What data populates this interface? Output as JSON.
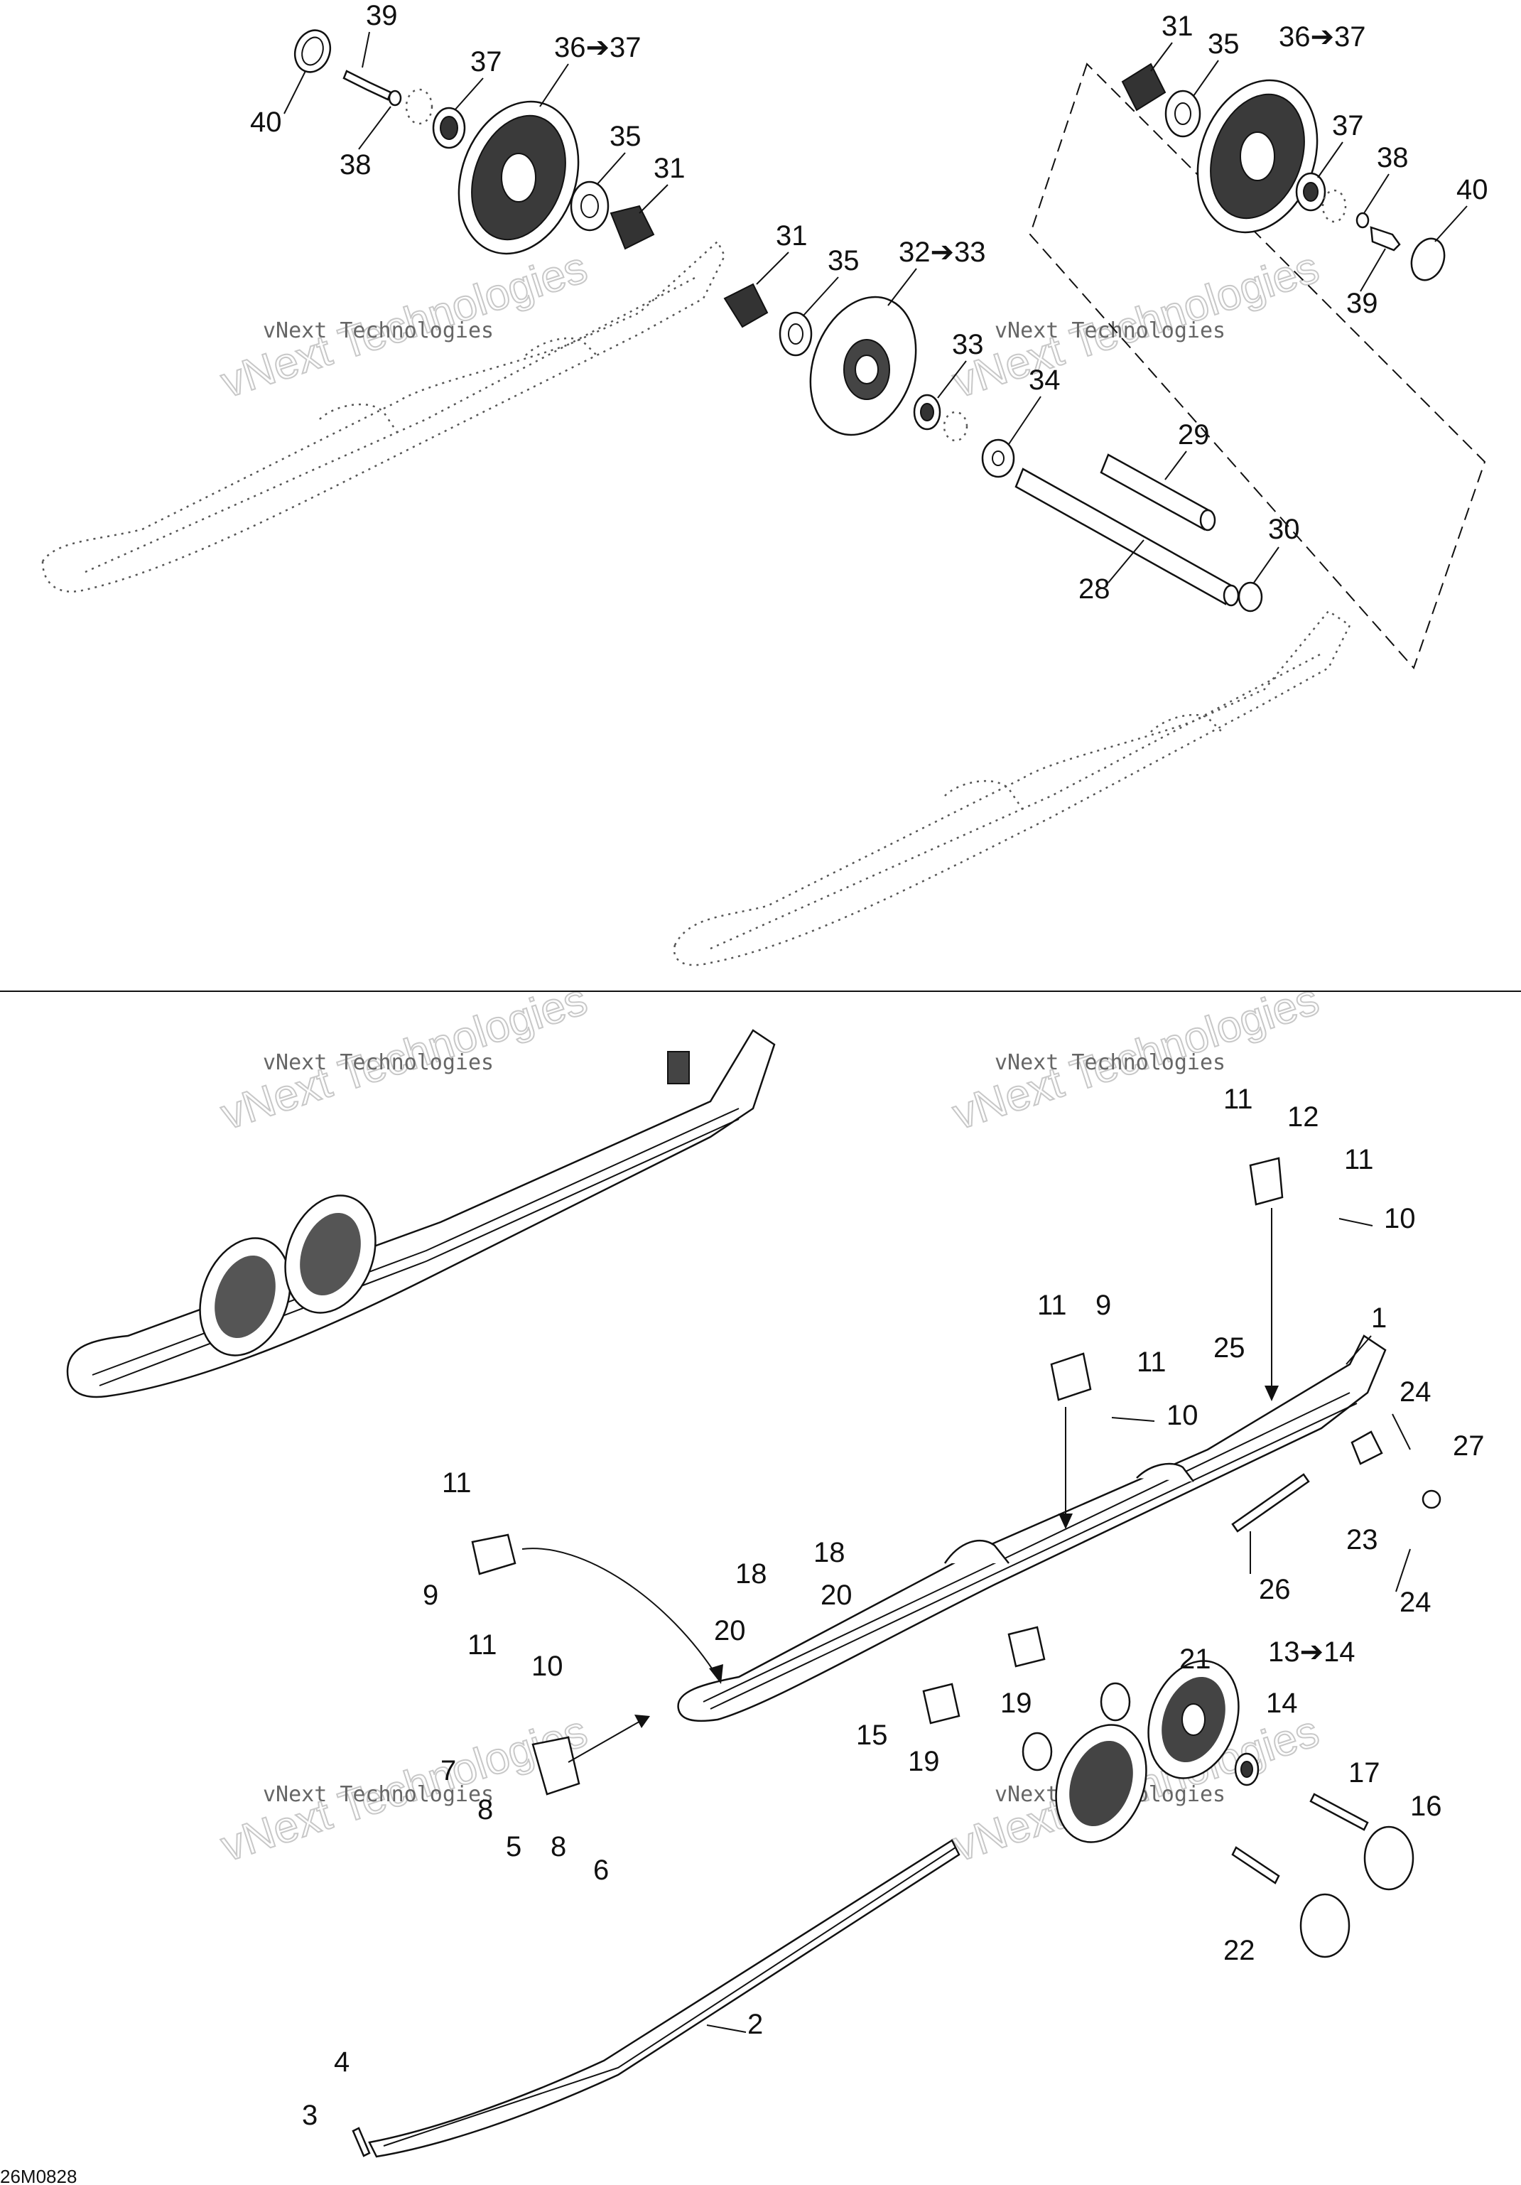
{
  "watermark": {
    "line1": "vNext Technologies",
    "line2": "vNext Technologies"
  },
  "reference_code": "26M0828",
  "callouts": [
    {
      "id": "c40a",
      "text": "40"
    },
    {
      "id": "c39a",
      "text": "39"
    },
    {
      "id": "c38a",
      "text": "38"
    },
    {
      "id": "c37a",
      "text": "37"
    },
    {
      "id": "c36a",
      "text": "36➔37"
    },
    {
      "id": "c35a",
      "text": "35"
    },
    {
      "id": "c31a",
      "text": "31"
    },
    {
      "id": "c31b",
      "text": "31"
    },
    {
      "id": "c35b",
      "text": "35"
    },
    {
      "id": "c32",
      "text": "32➔33"
    },
    {
      "id": "c33",
      "text": "33"
    },
    {
      "id": "c34",
      "text": "34"
    },
    {
      "id": "c29",
      "text": "29"
    },
    {
      "id": "c30",
      "text": "30"
    },
    {
      "id": "c28",
      "text": "28"
    },
    {
      "id": "c31c",
      "text": "31"
    },
    {
      "id": "c35c",
      "text": "35"
    },
    {
      "id": "c36b",
      "text": "36➔37"
    },
    {
      "id": "c37b",
      "text": "37"
    },
    {
      "id": "c38b",
      "text": "38"
    },
    {
      "id": "c40b",
      "text": "40"
    },
    {
      "id": "c39b",
      "text": "39"
    },
    {
      "id": "c11a",
      "text": "11"
    },
    {
      "id": "c12",
      "text": "12"
    },
    {
      "id": "c11b",
      "text": "11"
    },
    {
      "id": "c10a",
      "text": "10"
    },
    {
      "id": "c11c",
      "text": "11"
    },
    {
      "id": "c9a",
      "text": "9"
    },
    {
      "id": "c11d",
      "text": "11"
    },
    {
      "id": "c10b",
      "text": "10"
    },
    {
      "id": "c1",
      "text": "1"
    },
    {
      "id": "c25",
      "text": "25"
    },
    {
      "id": "c24a",
      "text": "24"
    },
    {
      "id": "c27",
      "text": "27"
    },
    {
      "id": "c23",
      "text": "23"
    },
    {
      "id": "c24b",
      "text": "24"
    },
    {
      "id": "c26",
      "text": "26"
    },
    {
      "id": "c11e",
      "text": "11"
    },
    {
      "id": "c9b",
      "text": "9"
    },
    {
      "id": "c11f",
      "text": "11"
    },
    {
      "id": "c10c",
      "text": "10"
    },
    {
      "id": "c18a",
      "text": "18"
    },
    {
      "id": "c18b",
      "text": "18"
    },
    {
      "id": "c20a",
      "text": "20"
    },
    {
      "id": "c20b",
      "text": "20"
    },
    {
      "id": "c21",
      "text": "21"
    },
    {
      "id": "c13",
      "text": "13➔14"
    },
    {
      "id": "c14",
      "text": "14"
    },
    {
      "id": "c19a",
      "text": "19"
    },
    {
      "id": "c15",
      "text": "15"
    },
    {
      "id": "c19b",
      "text": "19"
    },
    {
      "id": "c17",
      "text": "17"
    },
    {
      "id": "c16",
      "text": "16"
    },
    {
      "id": "c22",
      "text": "22"
    },
    {
      "id": "c7",
      "text": "7"
    },
    {
      "id": "c8a",
      "text": "8"
    },
    {
      "id": "c5",
      "text": "5"
    },
    {
      "id": "c8b",
      "text": "8"
    },
    {
      "id": "c6",
      "text": "6"
    },
    {
      "id": "c4",
      "text": "4"
    },
    {
      "id": "c3",
      "text": "3"
    },
    {
      "id": "c2",
      "text": "2"
    }
  ]
}
